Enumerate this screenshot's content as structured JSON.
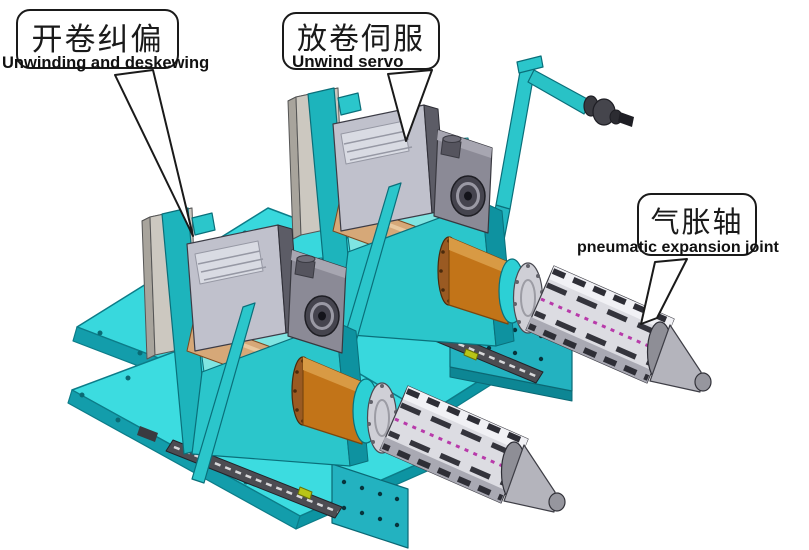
{
  "figure": {
    "description": "3D CAD render of two unwinding machine units on cyan base plates with servo motors and pneumatic expansion shafts",
    "background": "#ffffff"
  },
  "callouts": [
    {
      "id": "unwinding-deskewing",
      "zh": "开卷纠偏",
      "en": "Unwinding and deskewing"
    },
    {
      "id": "unwind-servo",
      "zh": "放卷伺服",
      "en": "Unwind servo"
    },
    {
      "id": "pneumatic-expansion",
      "zh": "气胀轴",
      "en": "pneumatic expansion joint"
    }
  ],
  "colors": {
    "base": "#38d8dd",
    "base2": "#3cdce0",
    "baseedge": "#139dab",
    "baseedge2": "#0d94a2",
    "plate": "#23b2c0",
    "housing": "#2bc6cb",
    "housingdark": "#0e92a0",
    "housingback": "#1db4bc",
    "inner": "#7fe5e2",
    "gearbox": "#c0c1cc",
    "finplate": "#d9dbe3",
    "motor": "#8b8a96",
    "motordark": "#45444e",
    "roller": "#d6a878",
    "drum": "#c27418",
    "drumflange": "#9a5a22",
    "shaft": "#dcdce2",
    "shaftshadow": "#a9a9b3",
    "slot": "#2e2e36",
    "dots": "#b83aaa",
    "stand": "#ccc8c0",
    "rail": "#4c4c52",
    "yellow": "#b8c417",
    "red": "#c03028",
    "outline": "#1a1a1a"
  }
}
